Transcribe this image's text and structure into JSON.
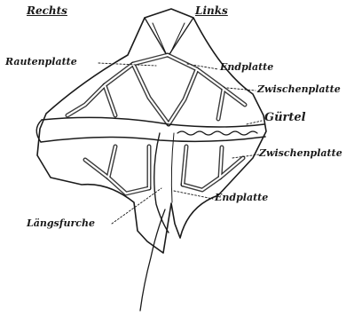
{
  "figure": {
    "orientation_labels": {
      "left": "Rechts",
      "right": "Links"
    },
    "labels": {
      "rautenplatte": "Rautenplatte",
      "endplatte_top": "Endplatte",
      "zwischenplatte_top": "Zwischenplatte",
      "guertel": "Gürtel",
      "zwischenplatte_bottom": "Zwischenplatte",
      "endplatte_bottom": "Endplatte",
      "laengsfurche": "Längsfurche"
    },
    "colors": {
      "ink": "#1a1a1a",
      "paper": "#ffffff"
    }
  }
}
